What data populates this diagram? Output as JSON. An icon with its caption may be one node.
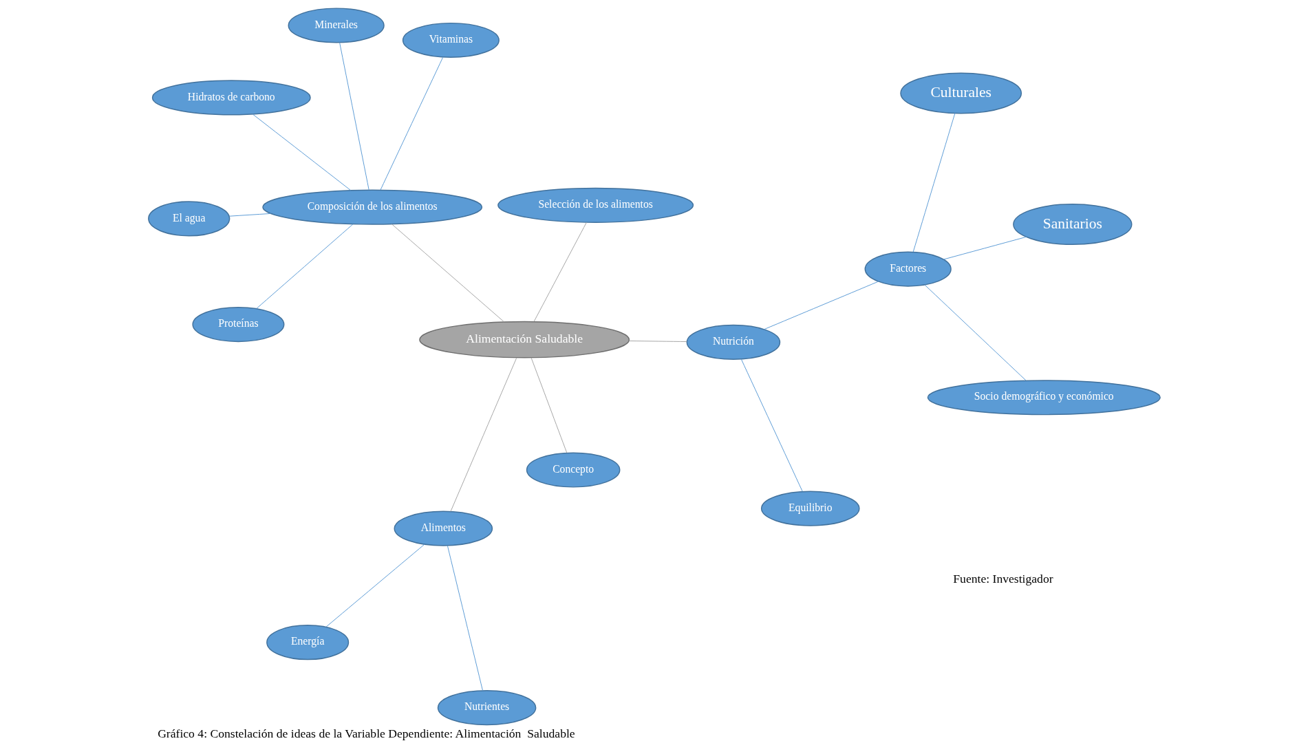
{
  "diagram": {
    "caption": "Gráfico 4: Constelación de ideas de la Variable Dependiente: Alimentación  Saludable",
    "nodes": [
      {
        "text": [
          "Alimentación Saludable"
        ]
      },
      {
        "text": [
          "Composición de los alimentos"
        ]
      },
      {
        "text": [
          "Proteínas"
        ]
      },
      {
        "text": [
          "Minerales"
        ]
      },
      {
        "text": [
          "Vitaminas"
        ]
      },
      {
        "text": [
          "Hidratos de carbono"
        ]
      },
      {
        "text": [
          "El agua"
        ]
      },
      {
        "text": [
          "Concepto"
        ]
      },
      {
        "text": [
          "Equilibrio"
        ]
      },
      {
        "text": [
          "Nutrición"
        ]
      },
      {
        "text": [
          "Alimentos"
        ]
      },
      {
        "text": [
          "Energía"
        ]
      },
      {
        "text": [
          "Nutrientes"
        ]
      },
      {
        "text": [
          "Selección de los alimentos"
        ]
      },
      {
        "text": [
          "Factores"
        ]
      },
      {
        "text": [
          "Sanitarios"
        ]
      },
      {
        "text": [
          "Socio demográfico y económico"
        ]
      },
      {
        "text": [
          "Culturales"
        ]
      }
    ],
    "edges": [
      {
        "from": 1,
        "to": 2,
        "arrow": "none"
      },
      {
        "from": 1,
        "to": 3,
        "arrow": "none"
      },
      {
        "from": 1,
        "to": 4,
        "arrow": "none"
      },
      {
        "from": 5,
        "to": 1,
        "arrow": "none"
      },
      {
        "from": 6,
        "to": 1,
        "arrow": "none"
      },
      {
        "from": 1,
        "to": 0,
        "arrow": "none",
        "color": "#a5a5a5"
      },
      {
        "from": 7,
        "to": 0,
        "arrow": "none",
        "color": "#a5a5a5"
      },
      {
        "from": 8,
        "to": 9,
        "arrow": "none"
      },
      {
        "from": 0,
        "to": 9,
        "arrow": "none",
        "color": "#a5a5a5"
      },
      {
        "from": 10,
        "to": 0,
        "arrow": "none",
        "color": "#a5a5a5"
      },
      {
        "from": 11,
        "to": 10,
        "arrow": "none"
      },
      {
        "from": 10,
        "to": 12,
        "arrow": "none"
      },
      {
        "from": 0,
        "to": 13,
        "arrow": "none",
        "color": "#a5a5a5"
      },
      {
        "from": 9,
        "to": 14,
        "arrow": "none"
      },
      {
        "from": 14,
        "to": 15,
        "arrow": "none"
      },
      {
        "from": 16,
        "to": 14,
        "arrow": "none"
      },
      {
        "from": 14,
        "to": 17,
        "arrow": "none"
      }
    ],
    "labels": [
      "Fuente: Investigador"
    ]
  }
}
